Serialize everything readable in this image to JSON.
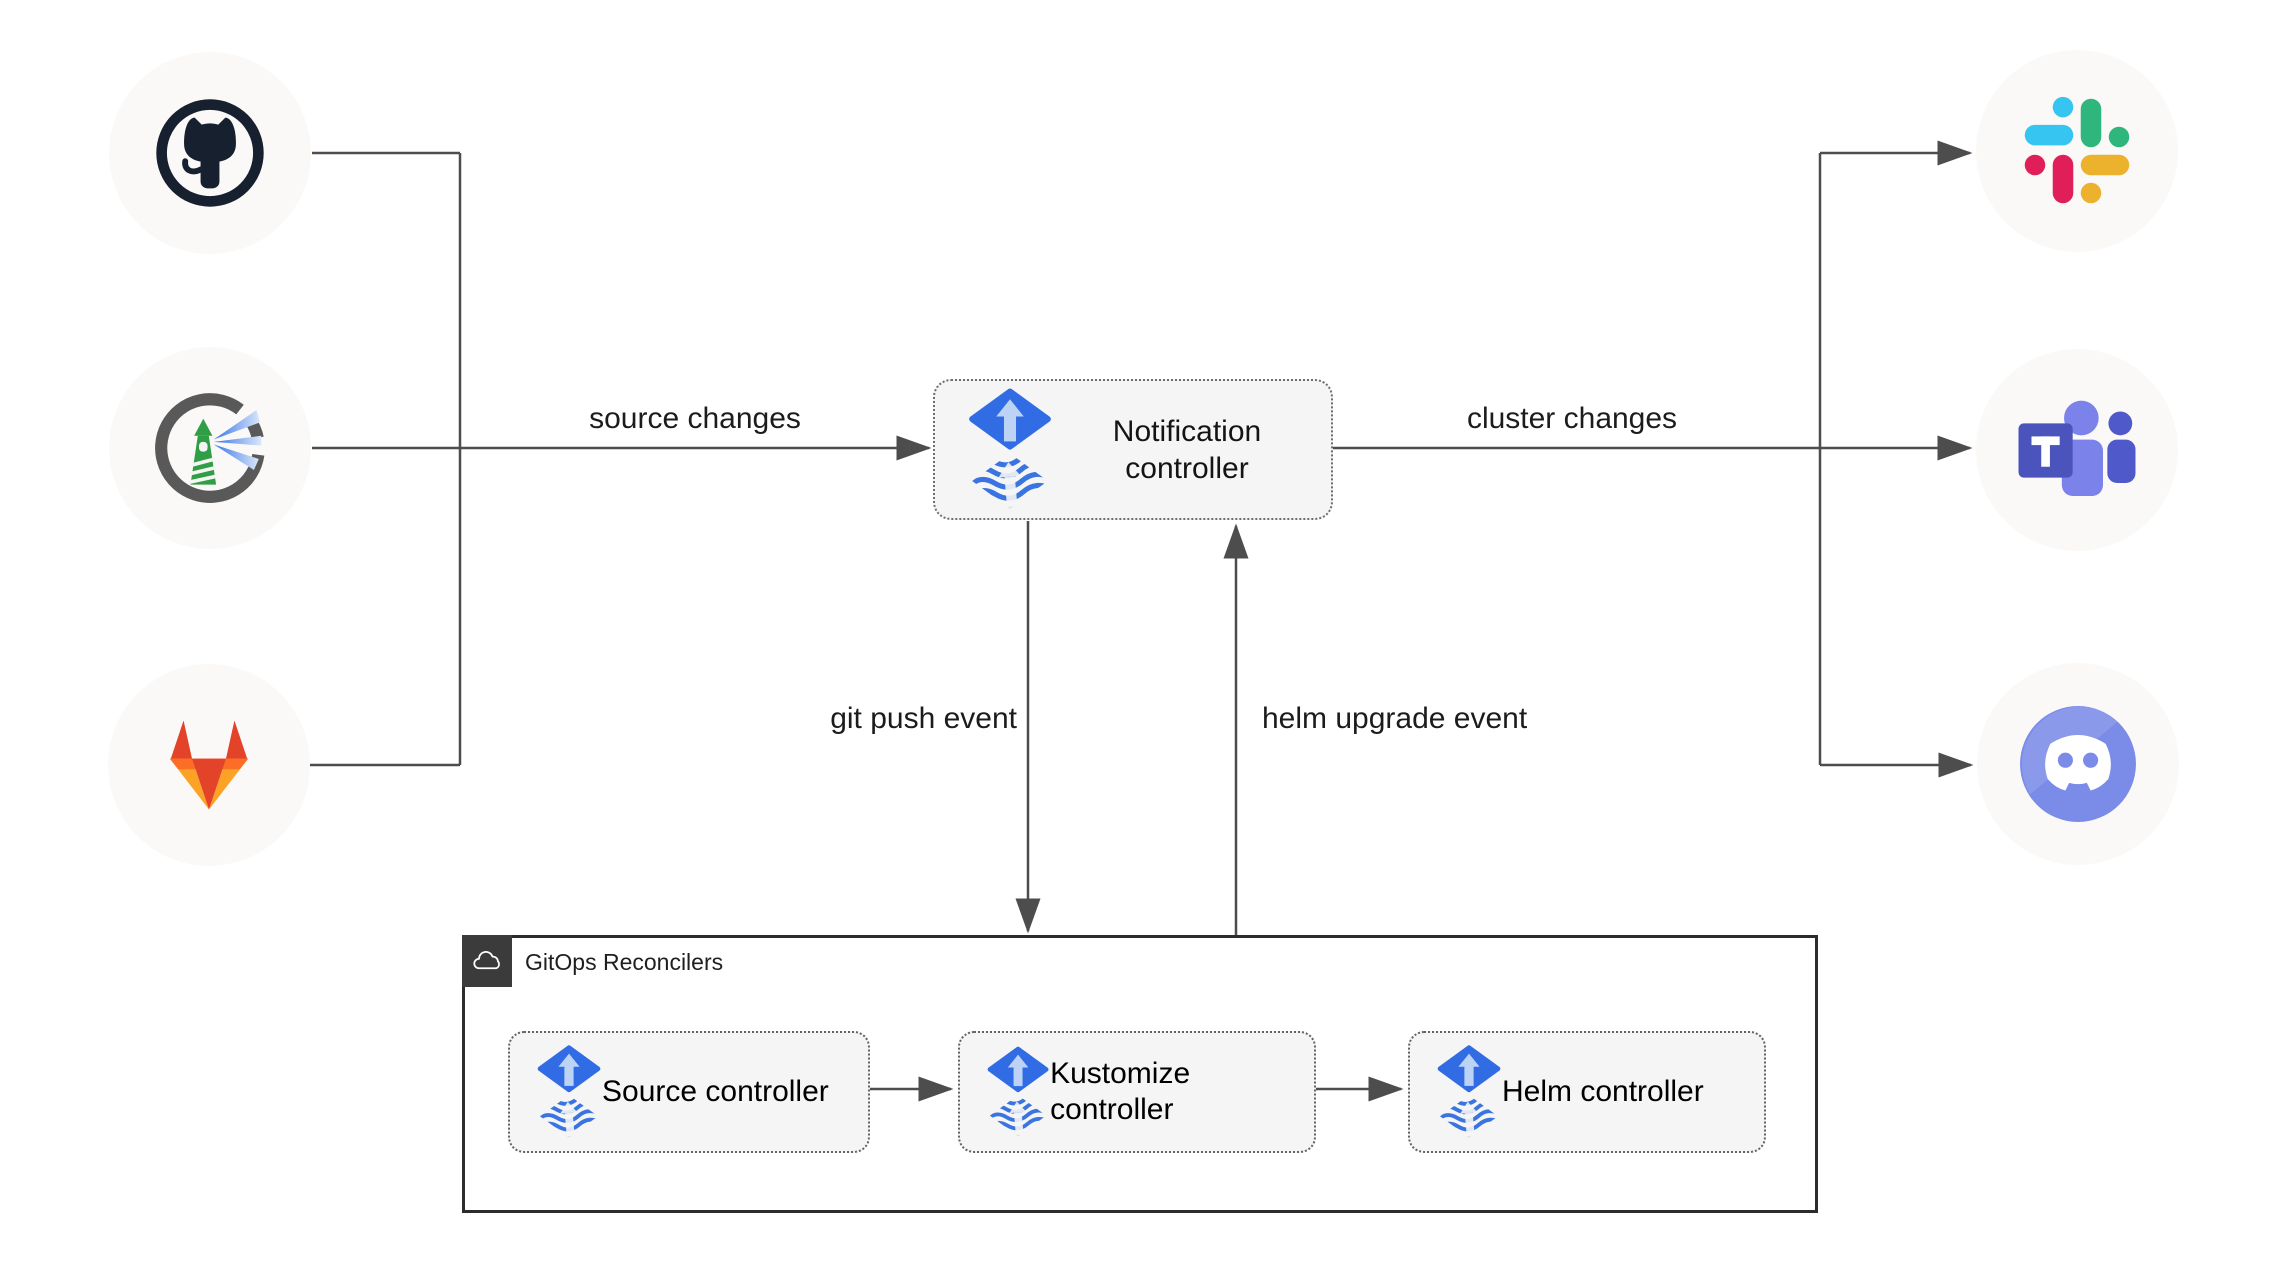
{
  "nodes": {
    "notification_controller": "Notification controller",
    "source_controller": "Source controller",
    "kustomize_controller": "Kustomize controller",
    "helm_controller": "Helm controller"
  },
  "edge_labels": {
    "source_changes": "source changes",
    "cluster_changes": "cluster changes",
    "git_push_event": "git push event",
    "helm_upgrade_event": "helm upgrade event"
  },
  "container": {
    "title": "GitOps Reconcilers"
  },
  "icons": {
    "sources": [
      "github-icon",
      "harbor-icon",
      "gitlab-icon"
    ],
    "notifiers": [
      "slack-icon",
      "teams-icon",
      "discord-icon"
    ],
    "controller_icon": "flux-icon",
    "container_icon": "cloud-icon"
  },
  "colors": {
    "flux_blue": "#316ce4",
    "flux_light_arrow": "#bcd3f6",
    "line_gray": "#4d4d4d",
    "box_fill": "#f5f5f5",
    "circle_fill": "#faf9f7",
    "github_dark": "#16202e",
    "harbor_green": "#2f9e44",
    "gitlab_palette": [
      "#e24329",
      "#fc6d26",
      "#fca326"
    ],
    "slack_palette": [
      "#36C5F0",
      "#2EB67D",
      "#ECB22E",
      "#E01E5A"
    ],
    "teams_purple": "#4b53bc",
    "discord_blurple": "#7b8be8"
  }
}
